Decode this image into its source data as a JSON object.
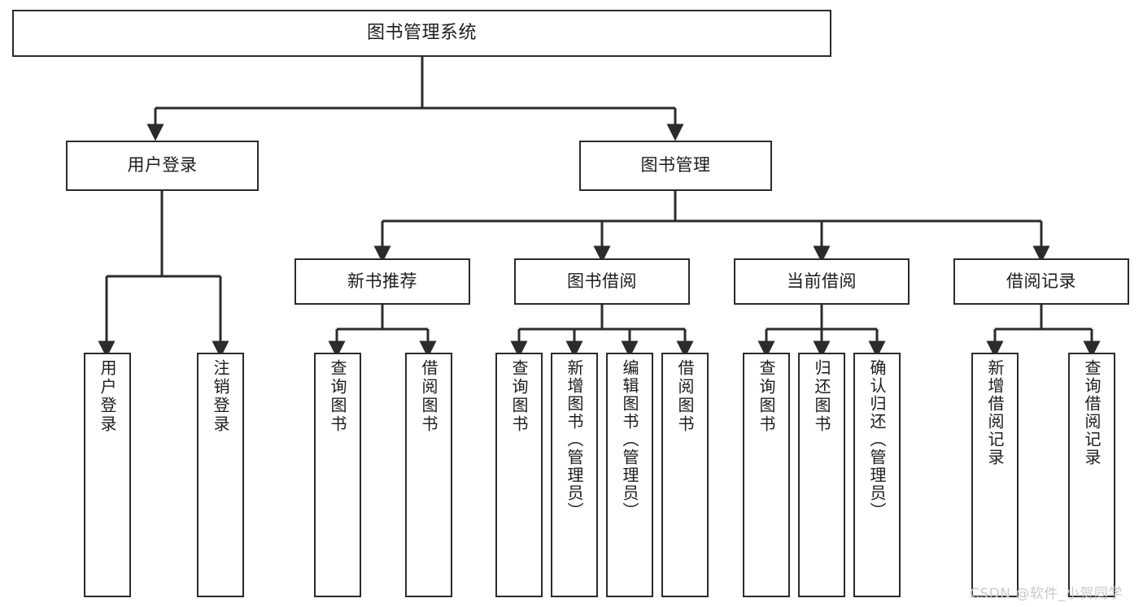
{
  "diagram": {
    "title": "图书管理系统",
    "root": {
      "label": "图书管理系统"
    },
    "level1": [
      {
        "label": "用户登录"
      },
      {
        "label": "图书管理"
      }
    ],
    "level2": [
      {
        "label": "新书推荐"
      },
      {
        "label": "图书借阅"
      },
      {
        "label": "当前借阅"
      },
      {
        "label": "借阅记录"
      }
    ],
    "leaves": {
      "user_login": [
        {
          "label": "用户登录"
        },
        {
          "label": "注销登录"
        }
      ],
      "new_book_recommend": [
        {
          "label": "查询图书"
        },
        {
          "label": "借阅图书"
        }
      ],
      "book_borrow": [
        {
          "label": "查询图书"
        },
        {
          "label": "新增图书（管理员）"
        },
        {
          "label": "编辑图书（管理员）"
        },
        {
          "label": "借阅图书"
        }
      ],
      "current_borrow": [
        {
          "label": "查询图书"
        },
        {
          "label": "归还图书"
        },
        {
          "label": "确认归还（管理员）"
        }
      ],
      "borrow_record": [
        {
          "label": "新增借阅记录"
        },
        {
          "label": "查询借阅记录"
        }
      ]
    }
  },
  "watermark": {
    "text": "CSDN @软件_小贺同学"
  },
  "colors": {
    "stroke": "#2b2b2b",
    "text": "#1c1c1c",
    "background": "#ffffff",
    "watermark": "#c9c9c9"
  }
}
